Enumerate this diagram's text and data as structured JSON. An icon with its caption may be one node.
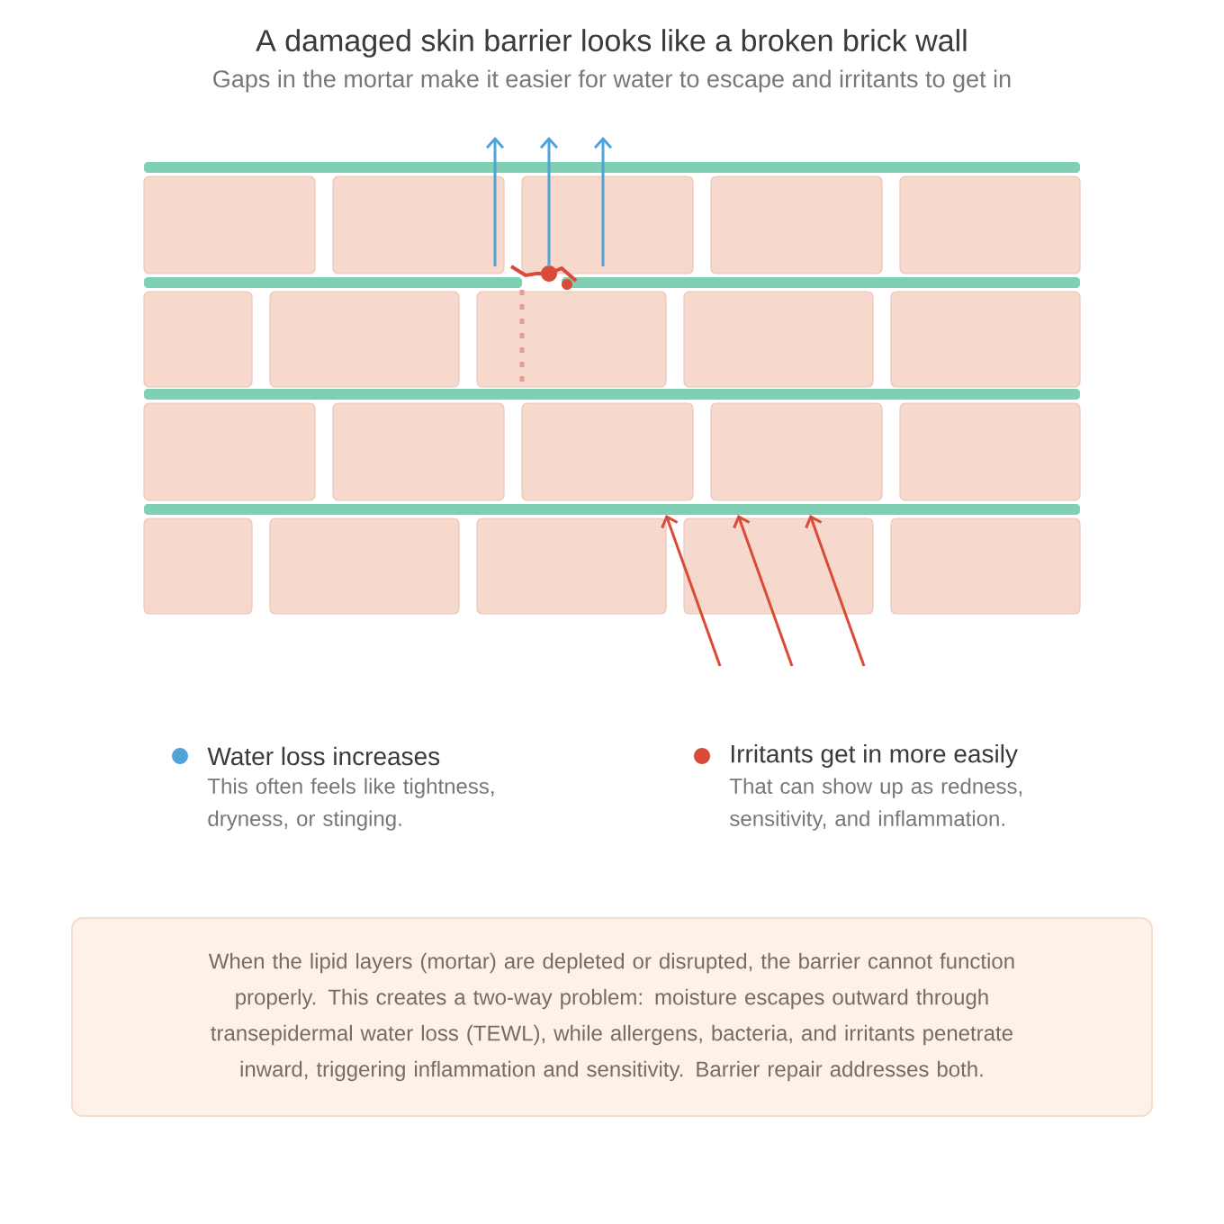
{
  "diagram": {
    "title": "A damaged skin barrier looks like a broken brick wall",
    "caption": "Gaps in the mortar make it easier for water to escape and irritants to get in",
    "nodes": [
      {
        "text": [
          "When the lipid layers (mortar) are depleted or disrupted, the barrier cannot function properly. This creates a two-way problem: moisture escapes outward through transepidermal water loss (TEWL), while allergens, bacteria, and irritants penetrate inward, triggering inflammation and sensitivity. Barrier repair addresses both."
        ]
      }
    ],
    "labels": [
      "This often feels like tightness, dryness, or stinging.",
      "That can show up as redness, sensitivity, and inflammation."
    ],
    "legend": [
      {
        "text": "Water loss increases",
        "color": "#4fa3d9"
      },
      {
        "text": "Irritants get in more easily",
        "color": "#d94a38"
      }
    ]
  }
}
